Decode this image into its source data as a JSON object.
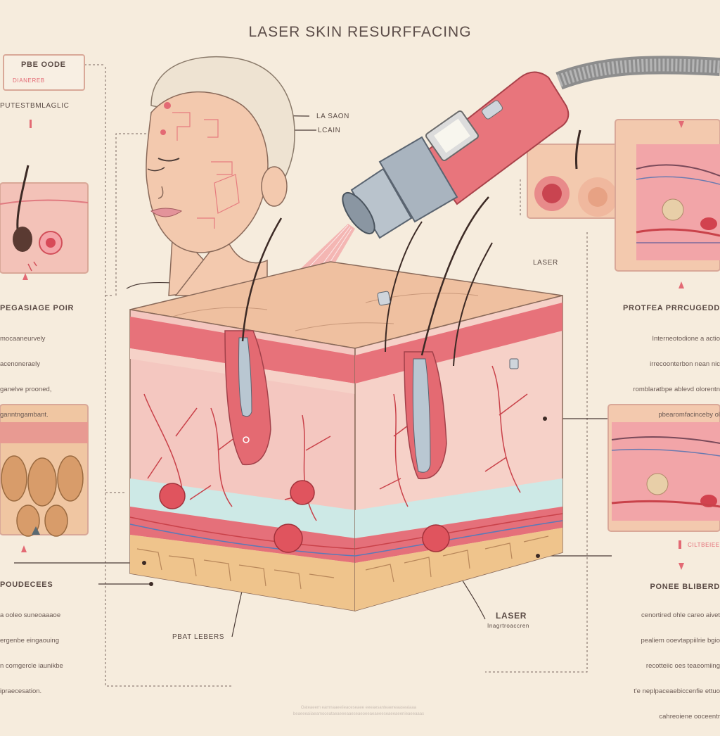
{
  "title": "LASER SKIN RESURFFACING",
  "top_left_box": {
    "heading": "PBE OODE",
    "sub": "DIANEREB"
  },
  "labels": {
    "left_1": "PUTESTBMLAGLIC",
    "face_1": "LA SAON",
    "face_2": "LCAIN",
    "laser_mid": "LASER",
    "bottom_left_marker": "PBAT LEBERS",
    "bottom_laser": "LASER",
    "bottom_laser_sub": "Inagrtroaccren",
    "right_small": "CILTBEIEER"
  },
  "left_section_1": {
    "heading": "PEGASIAGE POIR",
    "lines": [
      "mocaaneurvely",
      "acenoneraely",
      "ganelve prooned,",
      "ganntngambant."
    ]
  },
  "left_section_2": {
    "heading": "POUDECEES",
    "lines": [
      "a ooleo suneoaaaoe",
      "ergenbe eingaouing",
      "n comgercle iaunikbe",
      "ipraecesation."
    ]
  },
  "right_section_1": {
    "heading": "PROTFEA PRRCUGEDD",
    "lines": [
      "Interneotodione a actio",
      "irrecoonterbon nean nic",
      "romblaratbpe ablevd olorentn",
      "pbearomfacinceby ol"
    ]
  },
  "right_section_2": {
    "heading": "PONEE BLIBERD",
    "lines": [
      "cenortired ohle careo aivet",
      "pealiem ooevtappiilrie bgio",
      "recotteiic oes teaeomiing",
      "t'e neplpaceaebiccenfie ettuo",
      "cahreoiene ooceentr"
    ]
  },
  "footer": "Oateaeem eamnaaeeiieaceseaee eeeaesanteaeneaaseaiaaa\nbeaeeeaiiaeamoceataeaeeeaaeseaeoeeaeaeeeseaeeaeenieaeeaaas",
  "colors": {
    "background": "#f6ecdd",
    "accent": "#e36a74",
    "skin": "#f3c9ae",
    "dermis": "#f2b6b2",
    "vessel": "#c9424a",
    "tissue": "#f0c890",
    "device": "#e8757c"
  }
}
